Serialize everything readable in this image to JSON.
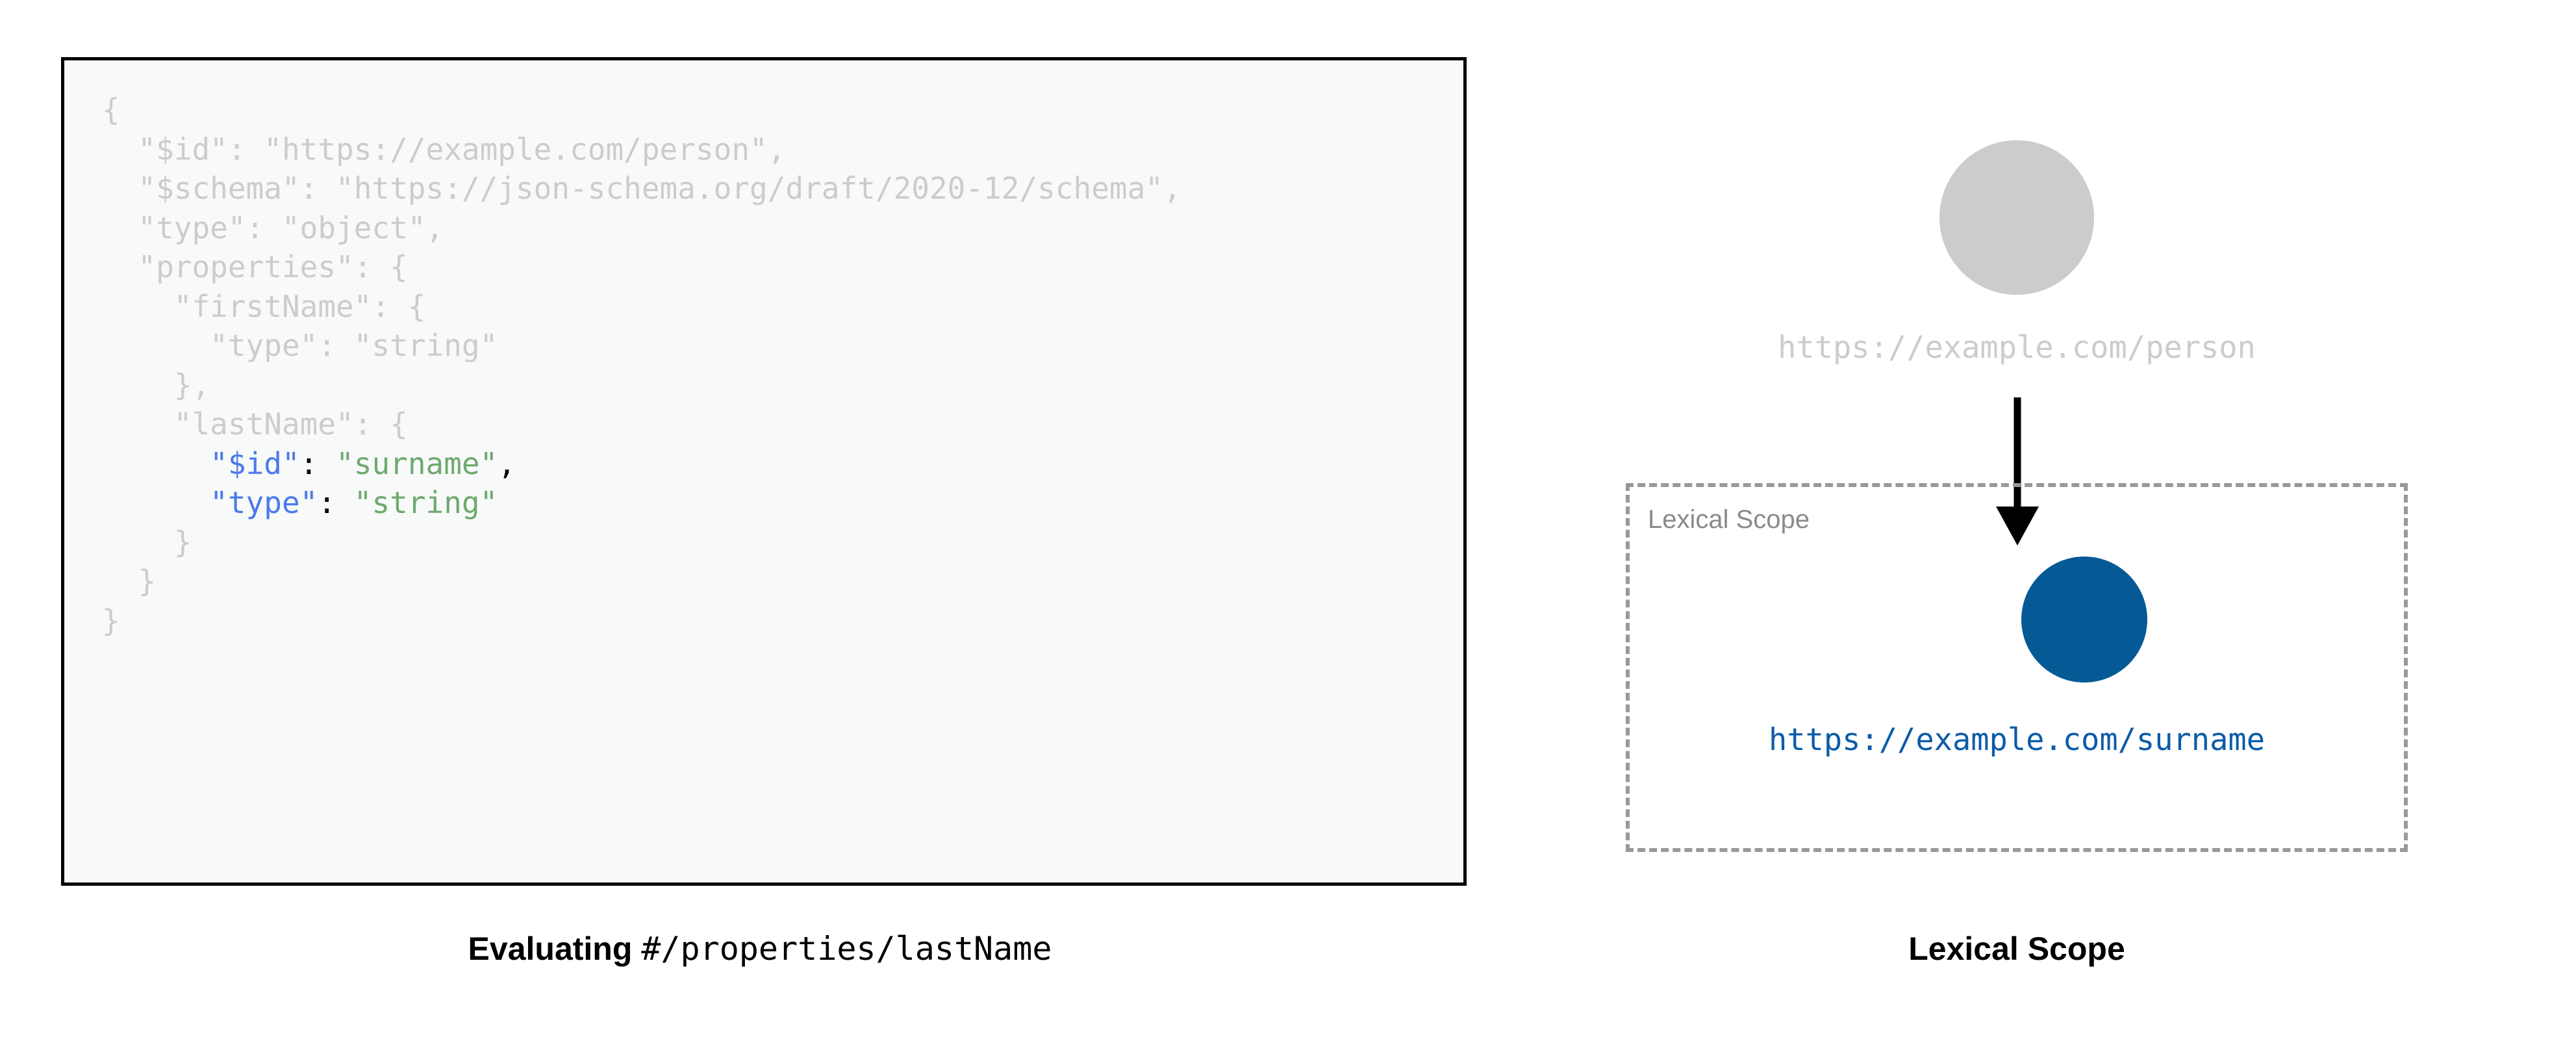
{
  "diagram": {
    "title_left": "Evaluating",
    "title_left_mono": "#/properties/lastName",
    "title_right": "Lexical Scope"
  },
  "colors": {
    "code_background": "#f8f9f9",
    "code_border": "#000000",
    "dim_text": "#cccccc",
    "key_blue": "#4a7aec",
    "string_green": "#6faa6f",
    "root_node_grey": "#cccccc",
    "scope_node_blue": "#055a96",
    "scope_label_blue": "#0b5ca8",
    "dashed_border_grey": "#999999",
    "scope_box_label_grey": "#8a8a8a",
    "arrow_black": "#000000"
  },
  "code_block": {
    "language": "json",
    "lines": [
      {
        "indent": 0,
        "tokens": [
          {
            "t": "{",
            "c": "dim"
          }
        ]
      },
      {
        "indent": 1,
        "tokens": [
          {
            "t": "\"$id\"",
            "c": "dim"
          },
          {
            "t": ": ",
            "c": "dim"
          },
          {
            "t": "\"https://example.com/person\"",
            "c": "dim"
          },
          {
            "t": ",",
            "c": "dim"
          }
        ]
      },
      {
        "indent": 1,
        "tokens": [
          {
            "t": "\"$schema\"",
            "c": "dim"
          },
          {
            "t": ": ",
            "c": "dim"
          },
          {
            "t": "\"https://json-schema.org/draft/2020-12/schema\"",
            "c": "dim"
          },
          {
            "t": ",",
            "c": "dim"
          }
        ]
      },
      {
        "indent": 1,
        "tokens": [
          {
            "t": "\"type\"",
            "c": "dim"
          },
          {
            "t": ": ",
            "c": "dim"
          },
          {
            "t": "\"object\"",
            "c": "dim"
          },
          {
            "t": ",",
            "c": "dim"
          }
        ]
      },
      {
        "indent": 1,
        "tokens": [
          {
            "t": "\"properties\"",
            "c": "dim"
          },
          {
            "t": ": ",
            "c": "dim"
          },
          {
            "t": "{",
            "c": "dim"
          }
        ]
      },
      {
        "indent": 2,
        "tokens": [
          {
            "t": "\"firstName\"",
            "c": "dim"
          },
          {
            "t": ": ",
            "c": "dim"
          },
          {
            "t": "{",
            "c": "dim"
          }
        ]
      },
      {
        "indent": 3,
        "tokens": [
          {
            "t": "\"type\"",
            "c": "dim"
          },
          {
            "t": ": ",
            "c": "dim"
          },
          {
            "t": "\"string\"",
            "c": "dim"
          }
        ]
      },
      {
        "indent": 2,
        "tokens": [
          {
            "t": "}",
            "c": "dim"
          },
          {
            "t": ",",
            "c": "dim"
          }
        ]
      },
      {
        "indent": 2,
        "tokens": [
          {
            "t": "\"lastName\"",
            "c": "dim"
          },
          {
            "t": ": ",
            "c": "dim"
          },
          {
            "t": "{",
            "c": "dim"
          }
        ]
      },
      {
        "indent": 3,
        "tokens": [
          {
            "t": "\"$id\"",
            "c": "key"
          },
          {
            "t": ":",
            "c": "punct"
          },
          {
            "t": " ",
            "c": "punct"
          },
          {
            "t": "\"surname\"",
            "c": "str"
          },
          {
            "t": ",",
            "c": "punct"
          }
        ]
      },
      {
        "indent": 3,
        "tokens": [
          {
            "t": "\"type\"",
            "c": "key"
          },
          {
            "t": ":",
            "c": "punct"
          },
          {
            "t": " ",
            "c": "punct"
          },
          {
            "t": "\"string\"",
            "c": "str"
          }
        ]
      },
      {
        "indent": 2,
        "tokens": [
          {
            "t": "}",
            "c": "dim"
          }
        ]
      },
      {
        "indent": 1,
        "tokens": [
          {
            "t": "}",
            "c": "dim"
          }
        ]
      },
      {
        "indent": 0,
        "tokens": [
          {
            "t": "}",
            "c": "dim"
          }
        ]
      }
    ]
  },
  "graph": {
    "root_node": {
      "label": "https://example.com/person",
      "state": "inactive"
    },
    "arrow": {
      "direction": "down",
      "semantic": "resolves-into-scope"
    },
    "lexical_scope": {
      "box_label": "Lexical Scope",
      "node": {
        "label": "https://example.com/surname",
        "state": "active"
      }
    }
  }
}
